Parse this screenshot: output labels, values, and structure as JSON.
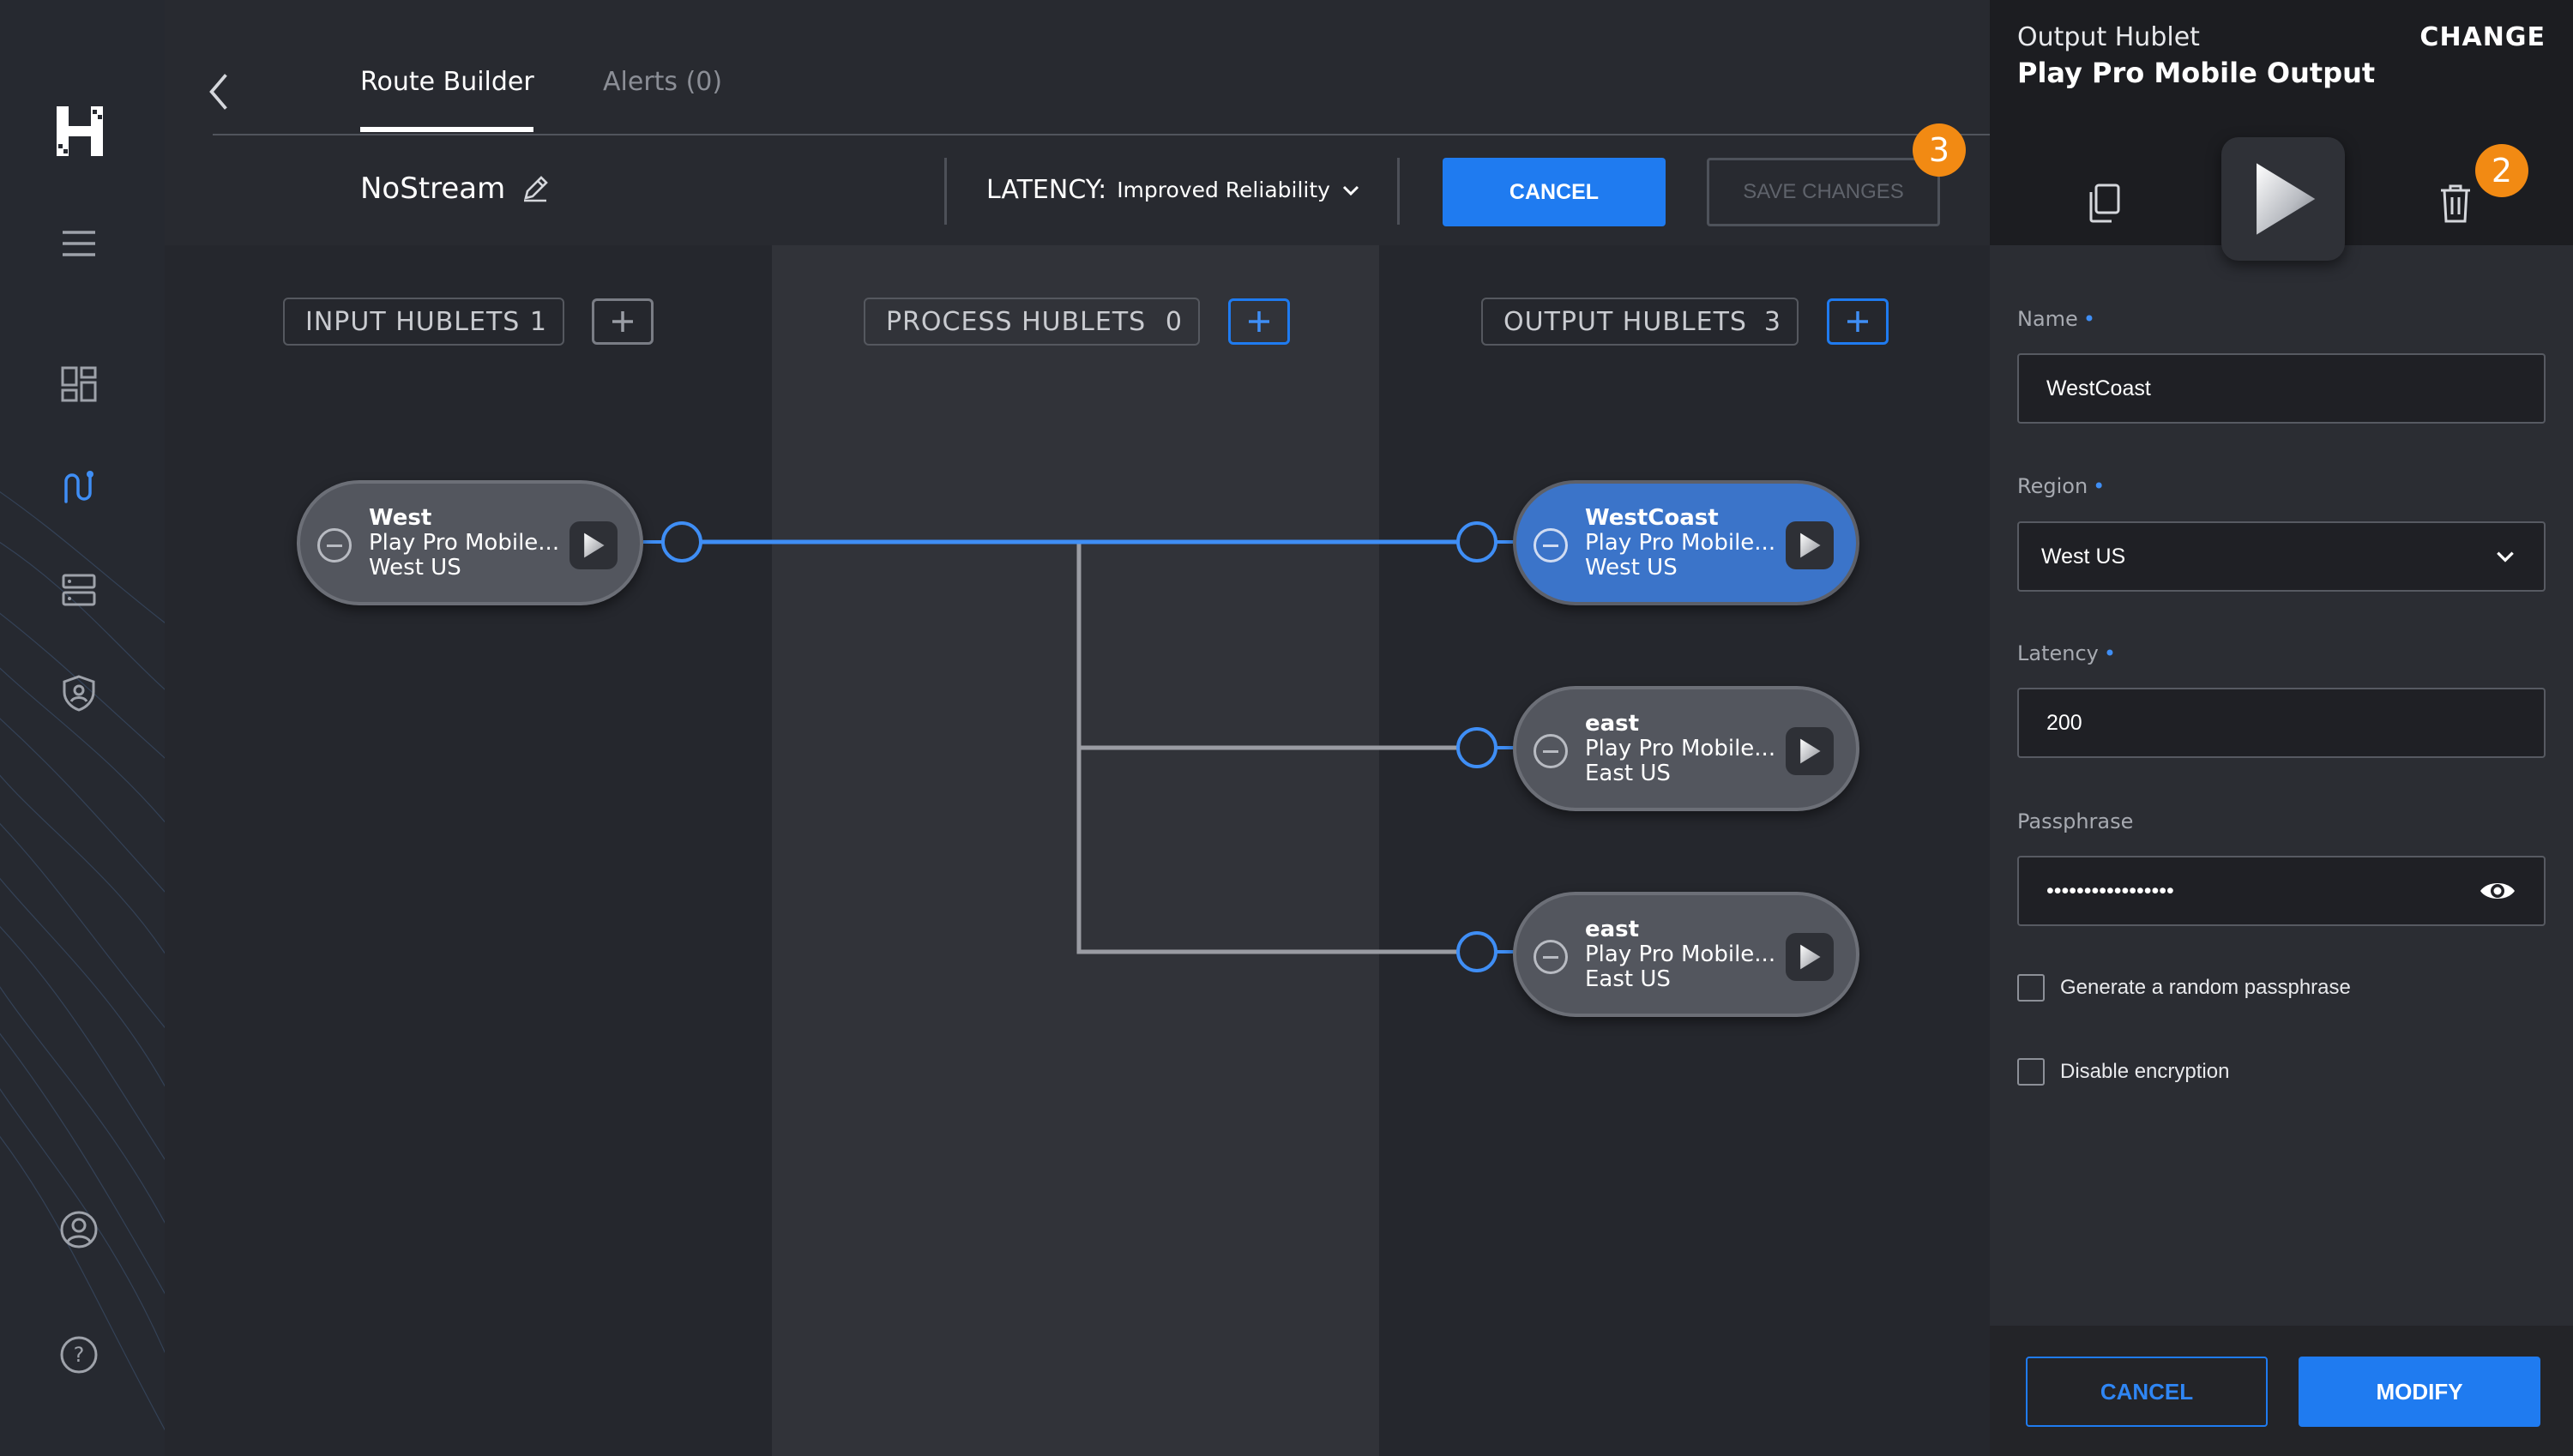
{
  "colors": {
    "accent": "#1f7bf0",
    "badge": "#f28a13",
    "selected_node": "#3b74c9",
    "wire_active": "#3f8ef5",
    "wire_idle": "#9a9ca3"
  },
  "sidebar": {
    "logo": "hublet-logo",
    "items": [
      {
        "icon": "menu-icon"
      },
      {
        "icon": "dashboard-icon"
      },
      {
        "icon": "routes-icon",
        "active": true
      },
      {
        "icon": "server-icon"
      },
      {
        "icon": "shield-user-icon"
      },
      {
        "icon": "account-icon"
      },
      {
        "icon": "help-icon"
      }
    ]
  },
  "header": {
    "tabs": [
      {
        "label": "Route Builder",
        "active": true
      },
      {
        "label": "Alerts (0)",
        "active": false
      }
    ],
    "route_name": "NoStream",
    "latency_label": "LATENCY:",
    "latency_value": "Improved Reliability",
    "cancel_label": "CANCEL",
    "save_label": "SAVE CHANGES",
    "save_badge": "3"
  },
  "columns": {
    "input": {
      "label": "INPUT HUBLETS",
      "count": "1"
    },
    "process": {
      "label": "PROCESS HUBLETS",
      "count": "0"
    },
    "output": {
      "label": "OUTPUT HUBLETS",
      "count": "3"
    }
  },
  "nodes": {
    "input": [
      {
        "title": "West",
        "type": "Play Pro Mobile...",
        "region": "West US"
      }
    ],
    "output": [
      {
        "title": "WestCoast",
        "type": "Play Pro Mobile...",
        "region": "West US",
        "selected": true
      },
      {
        "title": "east",
        "type": "Play Pro Mobile...",
        "region": "East US"
      },
      {
        "title": "east",
        "type": "Play Pro Mobile...",
        "region": "East US"
      }
    ]
  },
  "panel": {
    "kind": "Output Hublet",
    "title": "Play Pro Mobile Output",
    "change_label": "CHANGE",
    "delete_badge": "2",
    "fields": {
      "name_label": "Name",
      "name_value": "WestCoast",
      "region_label": "Region",
      "region_value": "West US",
      "latency_label": "Latency",
      "latency_value": "200",
      "passphrase_label": "Passphrase",
      "passphrase_value": "•••••••••••••••••"
    },
    "checks": {
      "random_passphrase": "Generate a random passphrase",
      "disable_encryption": "Disable encryption"
    },
    "footer": {
      "cancel_label": "CANCEL",
      "modify_label": "MODIFY"
    }
  }
}
